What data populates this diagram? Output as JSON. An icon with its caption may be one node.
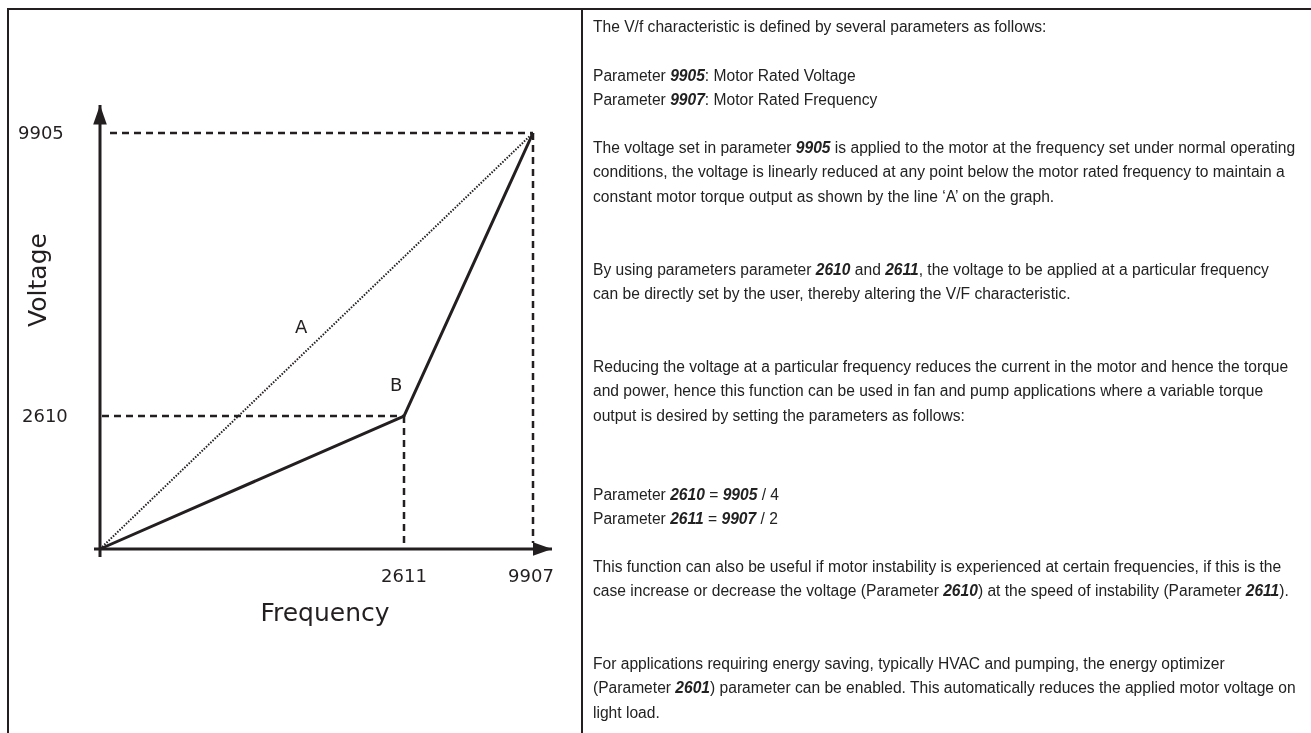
{
  "diagram": {
    "labels": [
      "9905",
      "Voltage",
      "A",
      "B",
      "2610",
      "2611",
      "9907",
      "Frequency",
      "The V/f characteristic is defined by several parameters as follows:",
      "Parameter **9905**: Motor Rated Voltage",
      "Parameter **9907**: Motor Rated Frequency",
      "The voltage set in parameter **9905** is applied to the motor at the frequency set under normal operating conditions, the voltage is linearly reduced at any point below the motor rated frequency to maintain a constant motor torque output as shown by the line ‘A’ on the graph.",
      "By using parameters parameter **2610** and **2611**, the voltage to be applied at a particular frequency can be directly set by the user, thereby altering the V/F characteristic.",
      "Reducing the voltage at a particular frequency reduces the current in the motor and hence the torque and power, hence this function can be used in fan and pump applications where a variable torque output is desired by setting the parameters as follows:",
      "Parameter **2610** = **9905** / 4",
      "Parameter **2611** = **9907** / 2",
      "This function can also be useful if motor instability is experienced at certain frequencies, if this is the case increase or decrease the voltage (Parameter **2610**) at the speed of instability (Parameter **2611**).",
      "For applications requiring energy saving, typically HVAC and pumping, the energy optimizer (Parameter **2601**) parameter can be enabled. This automatically reduces the applied motor voltage on light load."
    ]
  }
}
